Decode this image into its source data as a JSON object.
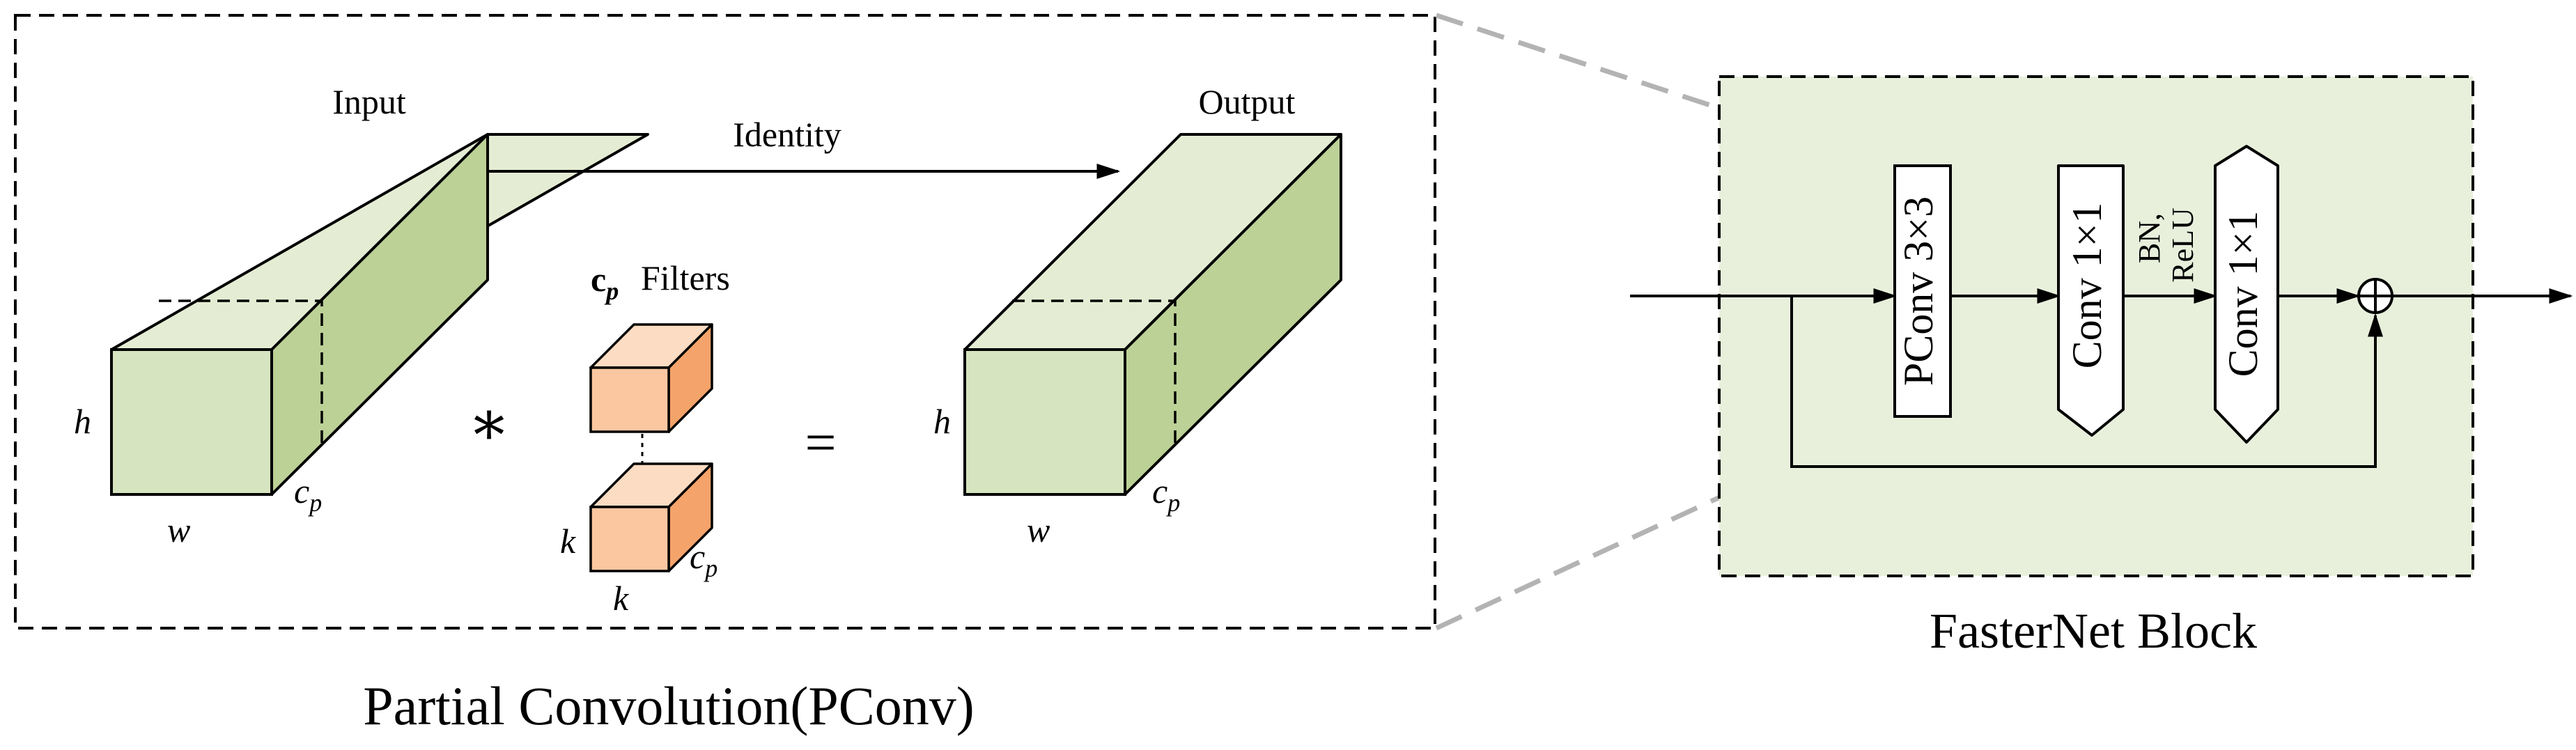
{
  "pconv": {
    "caption": "Partial Convolution(PConv)",
    "input_label": "Input",
    "output_label": "Output",
    "identity_label": "Identity",
    "filters_label": "Filters",
    "filters_count": "c",
    "filters_count_sub": "p",
    "conv_operator": "∗",
    "equals": "=",
    "dim_h": "h",
    "dim_w": "w",
    "dim_c": "c",
    "dim_c_sub": "p",
    "dim_k": "k"
  },
  "fasternet": {
    "caption": "FasterNet Block",
    "pconv_label": "PConv 3×3",
    "conv1_label": "Conv 1×1",
    "bn_label": "BN,",
    "relu_label": "ReLU",
    "conv2_label": "Conv 1×1",
    "add_symbol": "⊕"
  },
  "colors": {
    "tensor_front": "#d6e4bf",
    "tensor_top": "#e4edd3",
    "tensor_side": "#bcd196",
    "filter_front": "#fbc7a1",
    "filter_top": "#fcdcc2",
    "filter_side": "#f4a46a",
    "block_bg": "#e8f0dc"
  }
}
